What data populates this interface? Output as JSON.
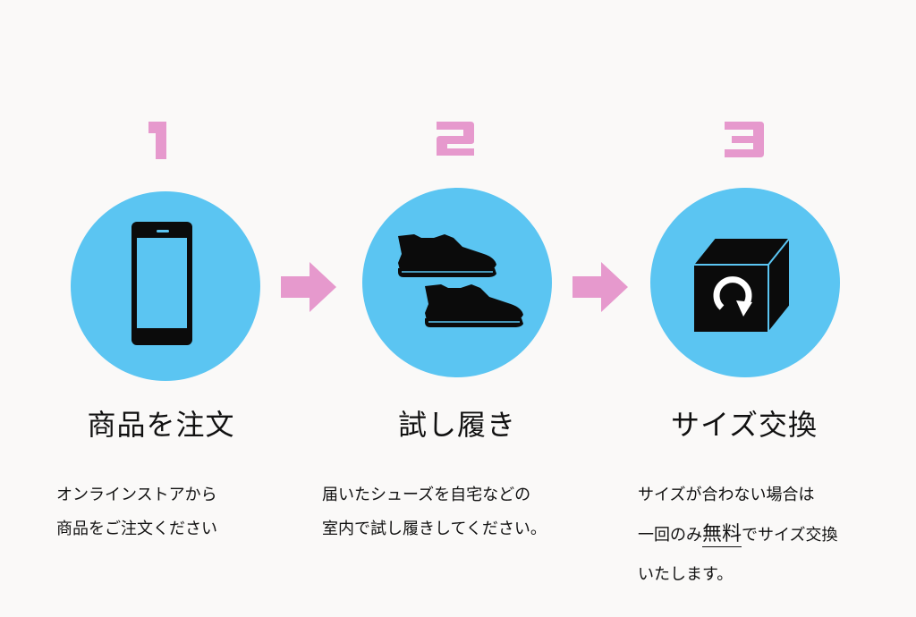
{
  "colors": {
    "accent_pink": "#e699cd",
    "circle_blue": "#5bc5f2",
    "icon_black": "#0b0b0b"
  },
  "steps": [
    {
      "number": "1",
      "icon": "smartphone-icon",
      "title": "商品を注文",
      "desc": [
        "オンラインストアから",
        "商品をご注文ください"
      ]
    },
    {
      "number": "2",
      "icon": "sneakers-icon",
      "title": "試し履き",
      "desc": [
        "届いたシューズを自宅などの",
        "室内で試し履きしてください。"
      ]
    },
    {
      "number": "3",
      "icon": "exchange-box-icon",
      "title": "サイズ交換",
      "desc_line1": "サイズが合わない場合は",
      "desc_line2_pre": "一回のみ",
      "desc_line2_free": "無料",
      "desc_line2_post": "でサイズ交換",
      "desc_line3": "いたします。"
    }
  ]
}
